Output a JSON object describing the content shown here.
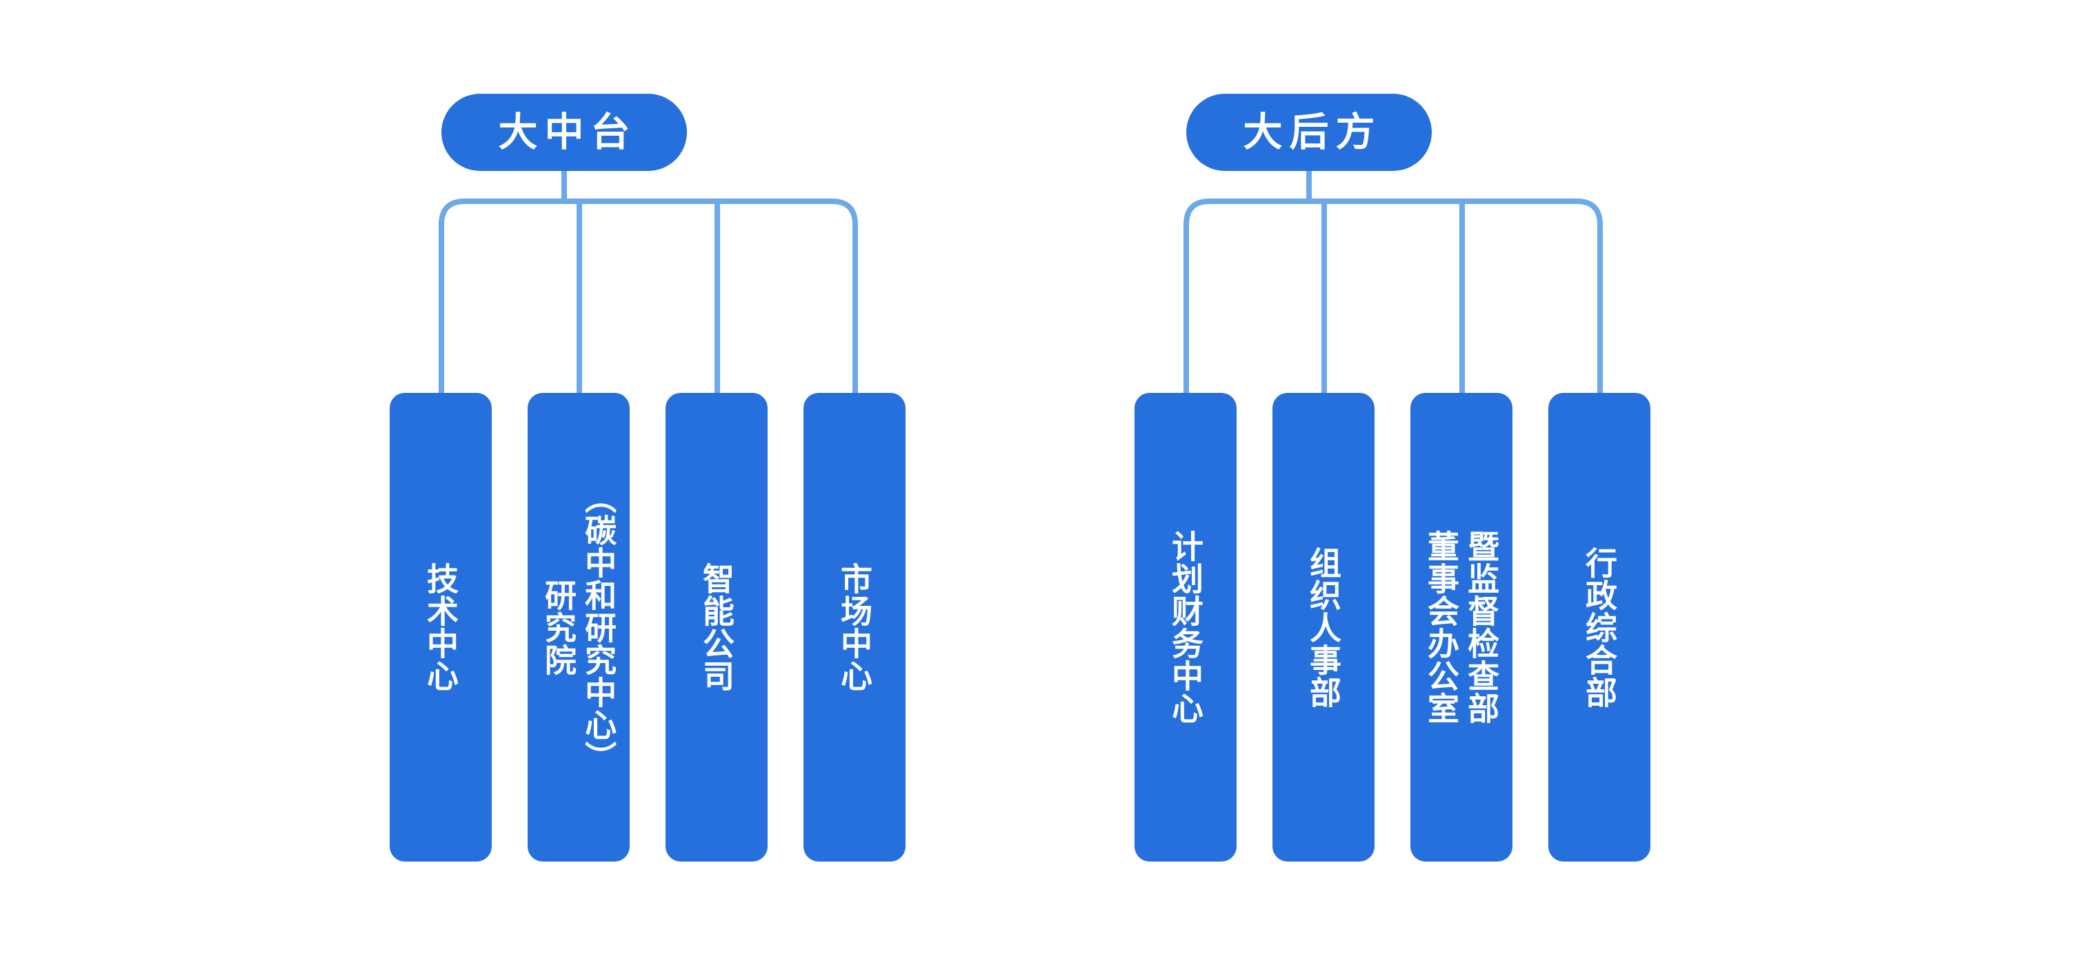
{
  "diagram": {
    "title": "组织架构图",
    "type": "organization-chart",
    "orientation": "top-down",
    "text_direction": "vertical-rl",
    "background_color": "#ffffff",
    "node_color": "#2570dd",
    "connector_color": "#6ca9e8",
    "node_text_color": "#ffffff"
  },
  "groups": [
    {
      "id": "zhong-tai",
      "root": {
        "label": "大中台",
        "shape": "pill"
      },
      "children": [
        {
          "id": "jishu-zhongxin",
          "label": "技术中心",
          "columns": [
            "技术中心"
          ]
        },
        {
          "id": "yanjiuyuan",
          "label": "研究院（碳中和研究中心）",
          "columns": [
            "（碳中和研究中心）",
            "研究院"
          ]
        },
        {
          "id": "zhineng-gongsi",
          "label": "智能公司",
          "columns": [
            "智能公司"
          ]
        },
        {
          "id": "shichang-zhongxin",
          "label": "市场中心",
          "columns": [
            "市场中心"
          ]
        }
      ]
    },
    {
      "id": "hou-fang",
      "root": {
        "label": "大后方",
        "shape": "pill"
      },
      "children": [
        {
          "id": "jihua-caiwu-zhongxin",
          "label": "计划财务中心",
          "columns": [
            "计划财务中心"
          ]
        },
        {
          "id": "zuzhi-renshi-bu",
          "label": "组织人事部",
          "columns": [
            "组织人事部"
          ]
        },
        {
          "id": "jiandu-jiancha-bu",
          "label": "监督检查部暨董事会办公室",
          "columns": [
            "暨监督检查部",
            "董事会办公室"
          ]
        },
        {
          "id": "xingzheng-zonghe-bu",
          "label": "行政综合部",
          "columns": [
            "行政综合部"
          ]
        }
      ]
    }
  ]
}
